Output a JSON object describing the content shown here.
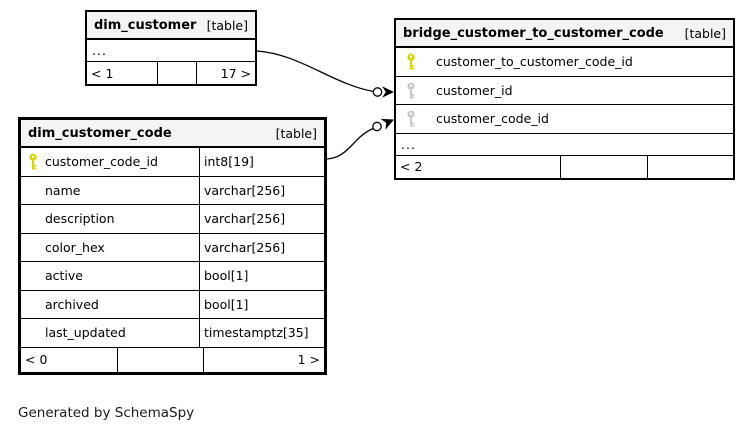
{
  "colors": {
    "pk_key": "#d8d800",
    "fk_key": "#c9c9c9",
    "header_bg": "#f4f4f4"
  },
  "footer_note": "Generated by SchemaSpy",
  "tables": {
    "dim_customer": {
      "name": "dim_customer",
      "kind": "[table]",
      "ellipsis": "...",
      "nav_left": "< 1",
      "nav_mid": "",
      "nav_right": "17 >"
    },
    "bridge": {
      "name": "bridge_customer_to_customer_code",
      "kind": "[table]",
      "ellipsis": "...",
      "nav_left": "< 2",
      "nav_mid": "",
      "nav_right": "",
      "cols": [
        {
          "name": "customer_to_customer_code_id",
          "key": "pk"
        },
        {
          "name": "customer_id",
          "key": "fk"
        },
        {
          "name": "customer_code_id",
          "key": "fk"
        }
      ]
    },
    "dim_customer_code": {
      "name": "dim_customer_code",
      "kind": "[table]",
      "nav_left": "< 0",
      "nav_mid": "",
      "nav_right": "1 >",
      "cols": [
        {
          "name": "customer_code_id",
          "type": "int8[19]",
          "key": "pk"
        },
        {
          "name": "name",
          "type": "varchar[256]",
          "key": ""
        },
        {
          "name": "description",
          "type": "varchar[256]",
          "key": ""
        },
        {
          "name": "color_hex",
          "type": "varchar[256]",
          "key": ""
        },
        {
          "name": "active",
          "type": "bool[1]",
          "key": ""
        },
        {
          "name": "archived",
          "type": "bool[1]",
          "key": ""
        },
        {
          "name": "last_updated",
          "type": "timestamptz[35]",
          "key": ""
        }
      ]
    }
  }
}
